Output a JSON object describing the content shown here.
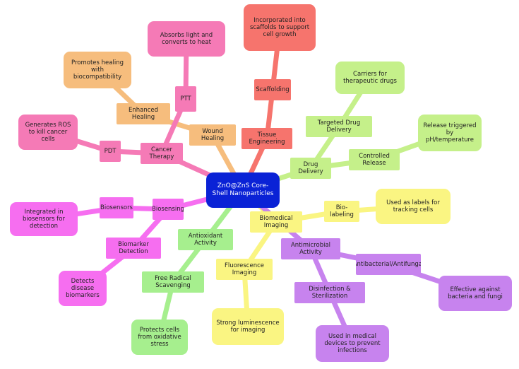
{
  "colors": {
    "root": "#0a22d6",
    "scaffold": "#f6746d",
    "drug": "#c5f08a",
    "imaging": "#faf582",
    "antimicrobial": "#c783ee",
    "antioxidant": "#a6ef8e",
    "biosensing": "#f66ef0",
    "cancer": "#f57ab6",
    "healing": "#f6bd7d"
  },
  "root": {
    "label": "ZnO@ZnS Core-Shell Nanoparticles"
  },
  "tissue": {
    "label": "Tissue Engineering",
    "scaffolding": {
      "label": "Scaffolding",
      "detail": "Incorporated into scaffolds to support cell growth"
    },
    "wound_healing": {
      "label": "Wound Healing"
    },
    "enhanced_healing": {
      "label": "Enhanced Healing",
      "detail": "Promotes healing with biocompatibility"
    }
  },
  "drug": {
    "label": "Drug Delivery",
    "targeted": {
      "label": "Targeted Drug Delivery",
      "detail": "Carriers for therapeutic drugs"
    },
    "controlled": {
      "label": "Controlled Release",
      "detail": "Release triggered by pH/temperature"
    }
  },
  "imaging": {
    "label": "Biomedical Imaging",
    "biolabel": {
      "label": "Bio-labeling",
      "detail": "Used as labels for tracking cells"
    },
    "fluorescence": {
      "label": "Fluorescence Imaging",
      "detail": "Strong luminescence for imaging"
    }
  },
  "antimicrobial": {
    "label": "Antimicrobial Activity",
    "antibacterial": {
      "label": "Antibacterial/Antifungal",
      "detail": "Effective against bacteria and fungi"
    },
    "disinfection": {
      "label": "Disinfection & Sterilization",
      "detail": "Used in medical devices to prevent infections"
    }
  },
  "antioxidant": {
    "label": "Antioxidant Activity",
    "radical": {
      "label": "Free Radical Scavenging",
      "detail": "Protects cells from oxidative stress"
    }
  },
  "biosensing": {
    "label": "Biosensing",
    "biosensors": {
      "label": "Biosensors",
      "detail": "Integrated in biosensors for detection"
    },
    "biomarker": {
      "label": "Biomarker Detection",
      "detail": "Detects disease biomarkers"
    }
  },
  "cancer": {
    "label": "Cancer Therapy",
    "ptt": {
      "label": "PTT",
      "detail": "Absorbs light and converts to heat"
    },
    "pdt": {
      "label": "PDT",
      "detail": "Generates ROS to kill cancer cells"
    }
  }
}
